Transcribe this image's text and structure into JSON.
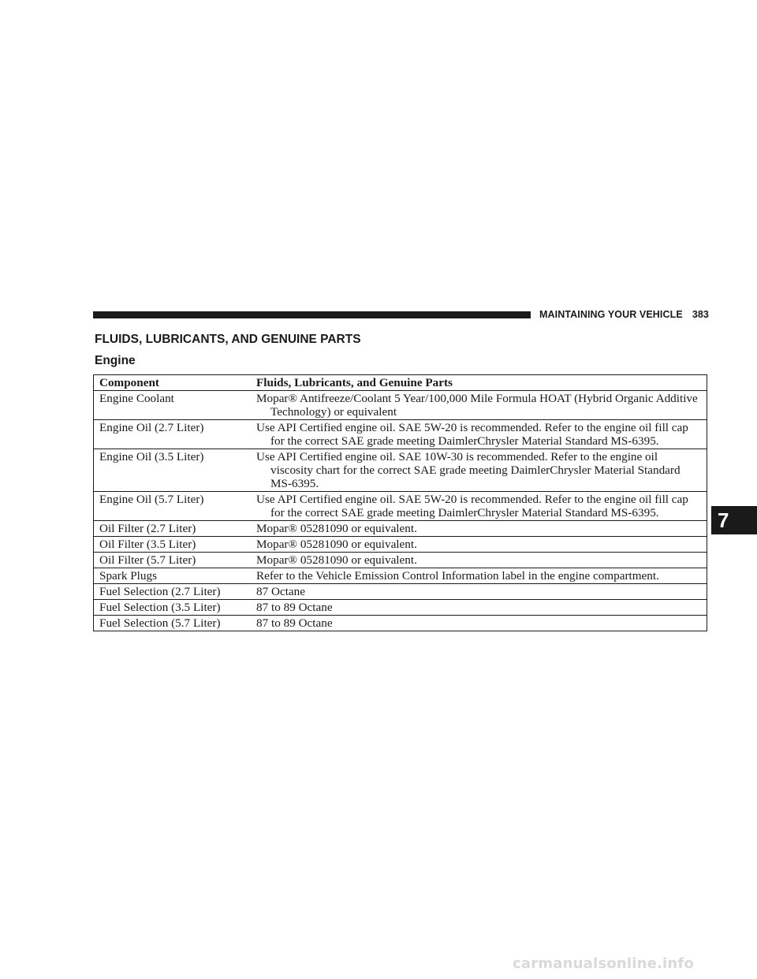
{
  "running_head": {
    "title": "MAINTAINING YOUR VEHICLE",
    "page_number": "383"
  },
  "section_title": "FLUIDS, LUBRICANTS, AND GENUINE PARTS",
  "subsection_title": "Engine",
  "table": {
    "headers": [
      "Component",
      "Fluids, Lubricants, and Genuine Parts"
    ],
    "rows": [
      {
        "component": "Engine Coolant",
        "spec": "Mopar® Antifreeze/Coolant 5 Year/100,000 Mile Formula HOAT (Hybrid Organic Additive Technology) or equivalent"
      },
      {
        "component": "Engine Oil (2.7 Liter)",
        "spec": "Use API Certified engine oil. SAE 5W-20 is recommended. Refer to the engine oil fill cap for the correct SAE grade meeting DaimlerChrysler Material Standard MS-6395."
      },
      {
        "component": "Engine Oil (3.5 Liter)",
        "spec": "Use API Certified engine oil. SAE 10W-30 is recommended. Refer to the engine oil viscosity chart for the correct SAE grade meeting DaimlerChrysler Material Standard MS-6395."
      },
      {
        "component": "Engine Oil (5.7 Liter)",
        "spec": "Use API Certified engine oil. SAE 5W-20 is recommended. Refer to the engine oil fill cap for the correct SAE grade meeting DaimlerChrysler Material Standard MS-6395."
      },
      {
        "component": "Oil Filter (2.7 Liter)",
        "spec": "Mopar® 05281090 or equivalent."
      },
      {
        "component": "Oil Filter (3.5 Liter)",
        "spec": "Mopar® 05281090 or equivalent."
      },
      {
        "component": "Oil Filter (5.7 Liter)",
        "spec": "Mopar® 05281090 or equivalent."
      },
      {
        "component": "Spark Plugs",
        "spec": "Refer to the Vehicle Emission Control Information label in the engine compartment."
      },
      {
        "component": "Fuel Selection (2.7 Liter)",
        "spec": "87 Octane"
      },
      {
        "component": "Fuel Selection (3.5 Liter)",
        "spec": "87 to 89 Octane"
      },
      {
        "component": "Fuel Selection (5.7 Liter)",
        "spec": "87 to 89 Octane"
      }
    ]
  },
  "chapter_tab": "7",
  "watermark": "carmanualsonline.info"
}
